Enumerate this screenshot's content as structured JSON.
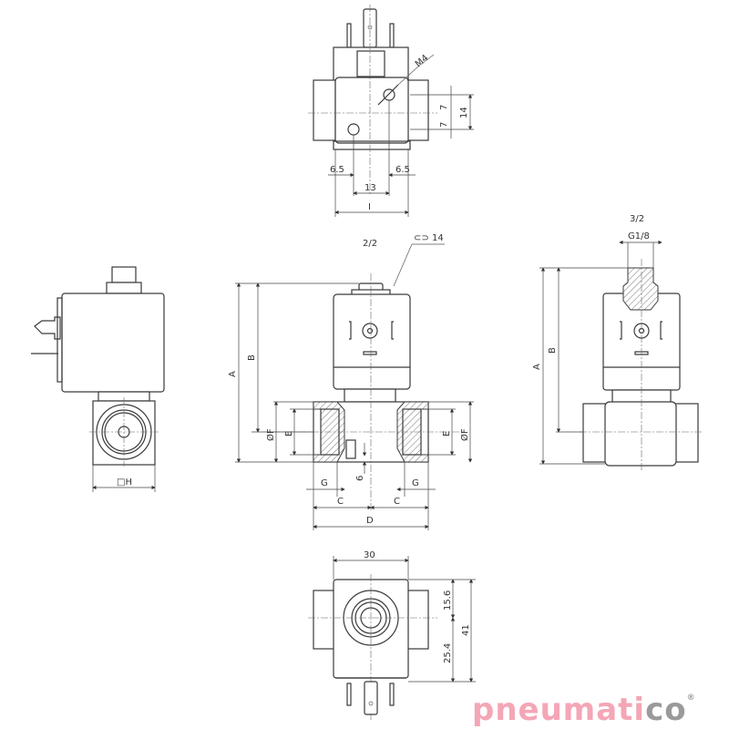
{
  "drawing": {
    "top_view": {
      "thread_label": "M4",
      "dim_7_upper": "7",
      "dim_7_lower": "7",
      "dim_14": "14",
      "dim_65_left": "6.5",
      "dim_65_right": "6.5",
      "dim_13": "13",
      "dim_I": "I"
    },
    "side_view": {
      "dim_H": "□H"
    },
    "front_view_2_2": {
      "title": "2/2",
      "wrench_size": "14",
      "dim_A": "A",
      "dim_B": "B",
      "dim_F_left": "ØF",
      "dim_E_left": "E",
      "dim_E_right": "E",
      "dim_F_right": "ØF",
      "dim_6": "6",
      "dim_G_left": "G",
      "dim_G_right": "G",
      "dim_C_left": "C",
      "dim_C_right": "C",
      "dim_D": "D"
    },
    "front_view_3_2": {
      "title": "3/2",
      "port": "G1/8",
      "dim_A": "A",
      "dim_B": "B"
    },
    "bottom_view": {
      "dim_30": "30",
      "dim_156": "15.6",
      "dim_254": "25.4",
      "dim_41": "41"
    }
  },
  "logo": {
    "part1": "pneumati",
    "part2": "co",
    "mark": "®",
    "colors": {
      "pink": "#f4a6b6",
      "gray": "#9a9a9a"
    }
  }
}
